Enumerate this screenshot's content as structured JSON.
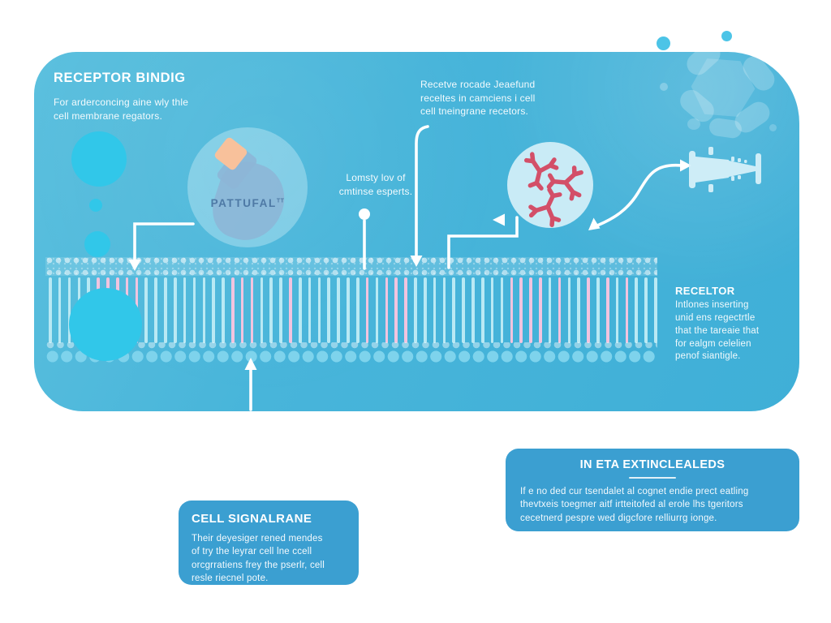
{
  "header": {
    "title": "RECEPTOR BINDIG",
    "subtitle": "For arderconcing aine wly thle\ncell membrane regators."
  },
  "annotations": {
    "top_center": "Recetve rocade Jeaefund\nreceltes in camciens i cell\ncell tneingrane recetors.",
    "enzyme_note": "Lomsty lov of\ncmtinse esperts.",
    "receptor_heading": "RECELTOR",
    "receptor_body": "Intlones inserting\nunid ens regectrtle\nthat the tareaie that\nfor ealgm celelien\npenof siantigle.",
    "pattufal_label": "PATTUFAL",
    "pattufal_sup": "TT"
  },
  "info_boxes": {
    "cell_signaling": {
      "heading": "CELL SIGNALRANE",
      "body": "Their deyesiger rened mendes\nof try the leyrar cell lne ccell\norcgrratiens frey the pserlr, cell\nresle riecnel pote."
    },
    "extracellular": {
      "heading": "IN ETA EXTINCLEALEDS",
      "body": "If e no ded cur tsendalet al cognet endie prect eatling\nthevtxeis toegmer aitf irtteitofed al erole lhs tgeritors\ncecetnerd pespre wed digcfore relliurrg ionge."
    }
  },
  "membrane": {
    "bar_count": 64,
    "pink_indices": [
      5,
      6,
      7,
      8,
      9,
      19,
      20,
      21,
      25,
      33,
      35,
      36,
      37,
      48,
      49,
      50,
      51,
      53,
      56,
      58,
      60
    ]
  },
  "icons": {
    "flask": "flask-icon",
    "antibody": "antibody-molecule-icon",
    "syringe": "syringe-icon",
    "hexagon": "hexagon-molecule-icon"
  },
  "colors": {
    "panel": "#45b4da",
    "cell_cyan": "#31c7e9",
    "bar_cyan": "#b9e9f4",
    "bar_pink": "#f2c4df",
    "box_bg": "#3b9fd1",
    "antibody_red": "#d34f68",
    "flask_cap_orange": "#f8c19b",
    "flask_blue": "#8db5d6",
    "text_white": "#ffffff",
    "pattufal_text": "#4e79a5"
  }
}
